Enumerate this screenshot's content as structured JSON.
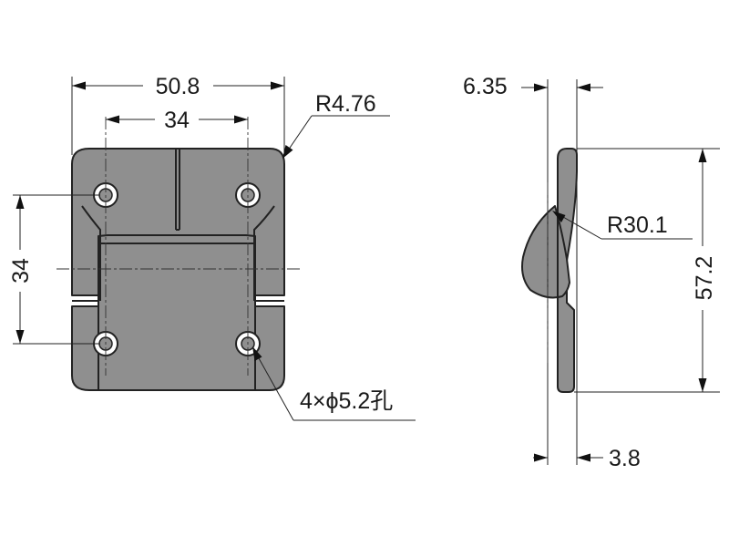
{
  "front_view": {
    "overall_width": "50.8",
    "hole_spacing_horizontal": "34",
    "hole_spacing_vertical": "34",
    "corner_radius": "R4.76",
    "hole_note": "4×ϕ5.2孔"
  },
  "side_view": {
    "plate_thickness": "6.35",
    "height": "57.2",
    "curve_radius": "R30.1",
    "base_thickness": "3.8"
  }
}
